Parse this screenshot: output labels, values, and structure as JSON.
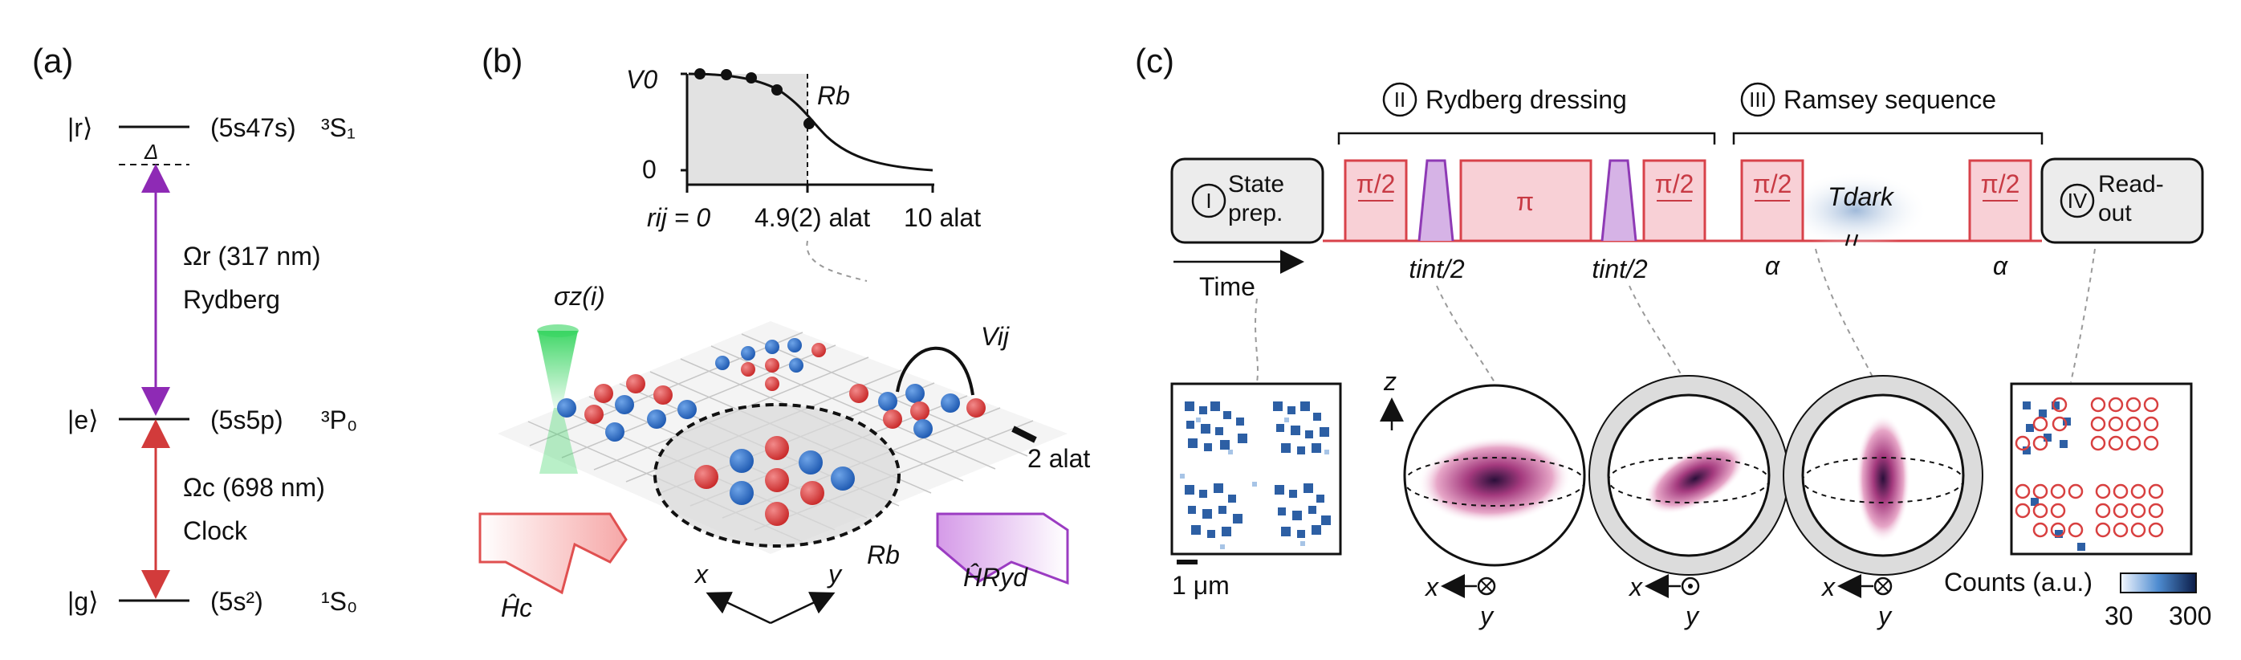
{
  "panel_a": {
    "label": "(a)",
    "levels": [
      {
        "ket": "|r⟩",
        "config": "(5s47s)",
        "term": "³S₁"
      },
      {
        "ket": "|e⟩",
        "config": "(5s5p)",
        "term": "³P₀"
      },
      {
        "ket": "|g⟩",
        "config": "(5s²)",
        "term": "¹S₀"
      }
    ],
    "detuning": "Δ",
    "rydberg": {
      "rabi": "Ωr (317 nm)",
      "name": "Rydberg",
      "color": "#8e2ab5"
    },
    "clock": {
      "rabi": "Ωc (698 nm)",
      "name": "Clock",
      "color": "#d23b3b"
    }
  },
  "panel_b": {
    "label": "(b)",
    "plot": {
      "ytick_top": "V0",
      "ytick_bottom": "0",
      "xtick_left": "rij = 0",
      "xtick_mid": "4.9(2) alat",
      "xtick_right": "10 alat",
      "rb_label": "Rb"
    },
    "sigma_label": "σz(i)",
    "vij_label": "Vij",
    "spacing_label": "2 alat",
    "rb_bottom": "Rb",
    "hc_label": "Ĥc",
    "hryd_label": "ĤRyd",
    "axis_x": "x",
    "axis_y": "y",
    "colors": {
      "red_atom": "#d63c3c",
      "blue_atom": "#2b6fc4",
      "green_beam": "#2fd35a",
      "hc_beam": "#f08a8a",
      "hryd_beam": "#c77de0"
    }
  },
  "panel_c": {
    "label": "(c)",
    "steps": [
      {
        "roman": "I",
        "text": "State prep."
      },
      {
        "roman": "II",
        "text": "Rydberg dressing"
      },
      {
        "roman": "III",
        "text": "Ramsey sequence"
      },
      {
        "roman": "IV",
        "text": "Read-out"
      }
    ],
    "pulses": [
      "π/2",
      "π",
      "π/2",
      "π/2",
      "π/2"
    ],
    "tint_label": "tint/2",
    "tdark_label": "Tdark",
    "alpha": "α",
    "time_label": "Time",
    "scale_label": "1 μm",
    "z_label": "z",
    "x_label": "x",
    "y_label": "y",
    "counts_label": "Counts (a.u.)",
    "counts_min": "30",
    "counts_max": "300",
    "colors": {
      "pulse_fill": "#f8d0d6",
      "pulse_line": "#d8424a",
      "dressing_fill": "#d6b3e6",
      "dressing_line": "#8e3ab5",
      "box_fill": "#ececec"
    }
  }
}
